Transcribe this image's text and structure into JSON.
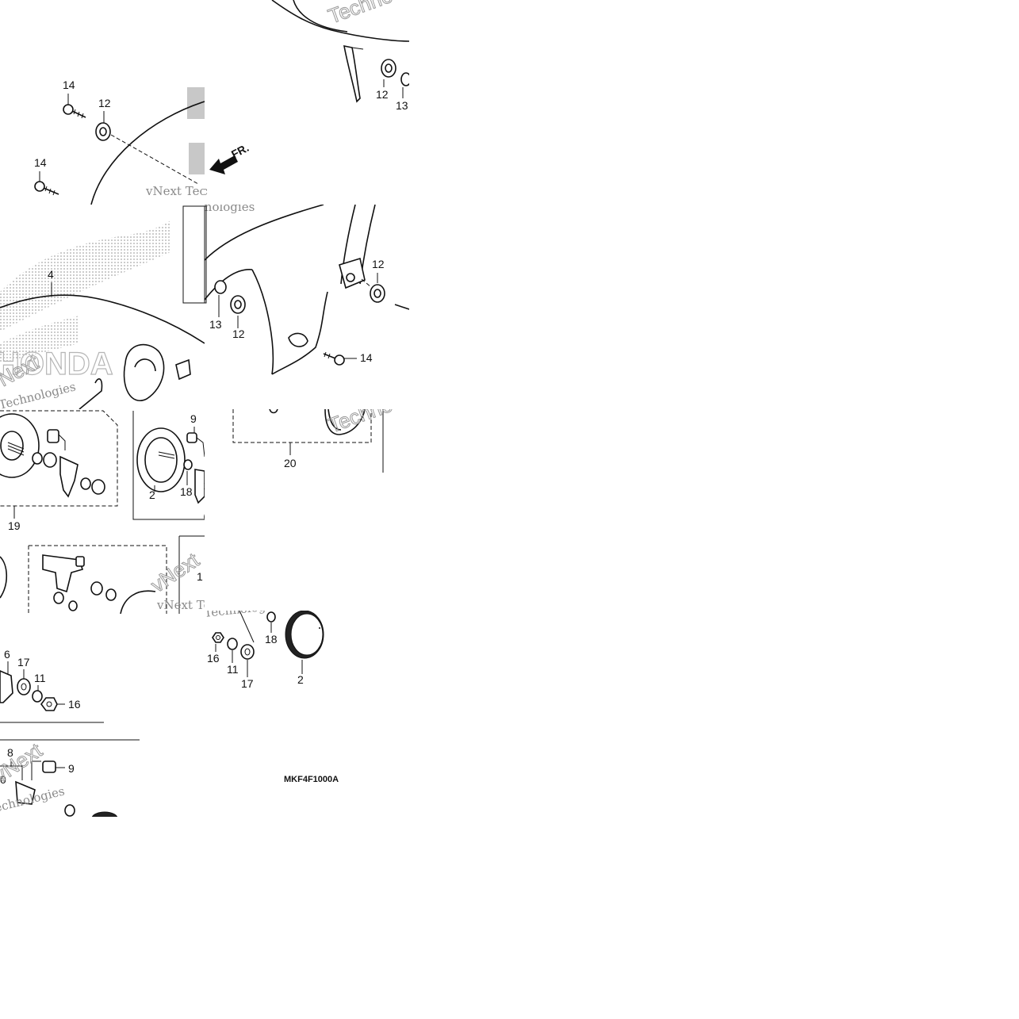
{
  "diagram": {
    "drawing_code": "MKF4F1000A",
    "direction_label": "FR.",
    "watermark": {
      "line1": "vNext",
      "line2": "Technologies",
      "inline": "vNext Tec",
      "partial": "Techno"
    },
    "brand_mark": "HONDA",
    "callouts": {
      "a": "14",
      "b": "12",
      "c": "14",
      "d": "4",
      "e": "12",
      "f": "13",
      "g": "12",
      "h": "13",
      "i": "12",
      "j": "14",
      "k": "20",
      "l": "19",
      "m": "9",
      "n": "2",
      "o": "18",
      "p": "14",
      "q": "6",
      "r": "17",
      "s": "11",
      "t": "16",
      "u": "8",
      "v": "9",
      "w": "0",
      "x": "1",
      "y": "18",
      "z": "16",
      "aa": "11",
      "ab": "17",
      "ac": "2"
    }
  }
}
